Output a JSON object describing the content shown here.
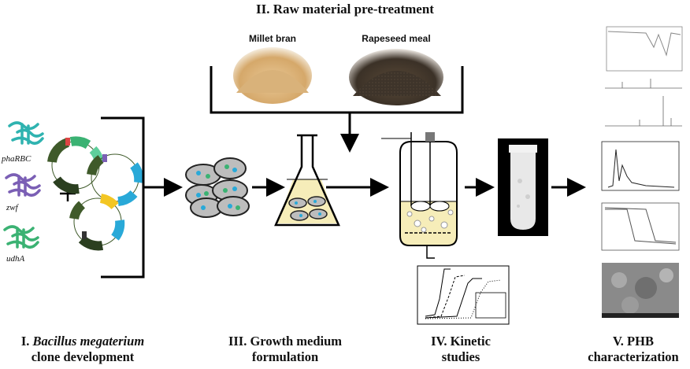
{
  "title": "II. Raw material pre-treatment",
  "materials": [
    {
      "label": "Millet bran"
    },
    {
      "label": "Rapeseed meal"
    }
  ],
  "genes": [
    "phaRBC",
    "zwf",
    "udhA"
  ],
  "stages": [
    {
      "line1_prefix": "I. ",
      "line1_italic": "Bacillus megaterium",
      "line2": "clone development"
    },
    {
      "line1": "III. Growth medium",
      "line2": "formulation"
    },
    {
      "line1": "IV. Kinetic",
      "line2": "studies"
    },
    {
      "line1": "V. PHB",
      "line2": "characterization"
    }
  ],
  "colors": {
    "gene_teal": "#2fb3b0",
    "gene_purple": "#7b5fb5",
    "gene_green": "#3bb273",
    "plasmid_dark": "#3f5a2a",
    "plasmid_cyan": "#29a9d8",
    "plasmid_yellow": "#f3c623",
    "medium_yellow": "#f6edb9",
    "cell_grey": "#bdbdbd"
  }
}
